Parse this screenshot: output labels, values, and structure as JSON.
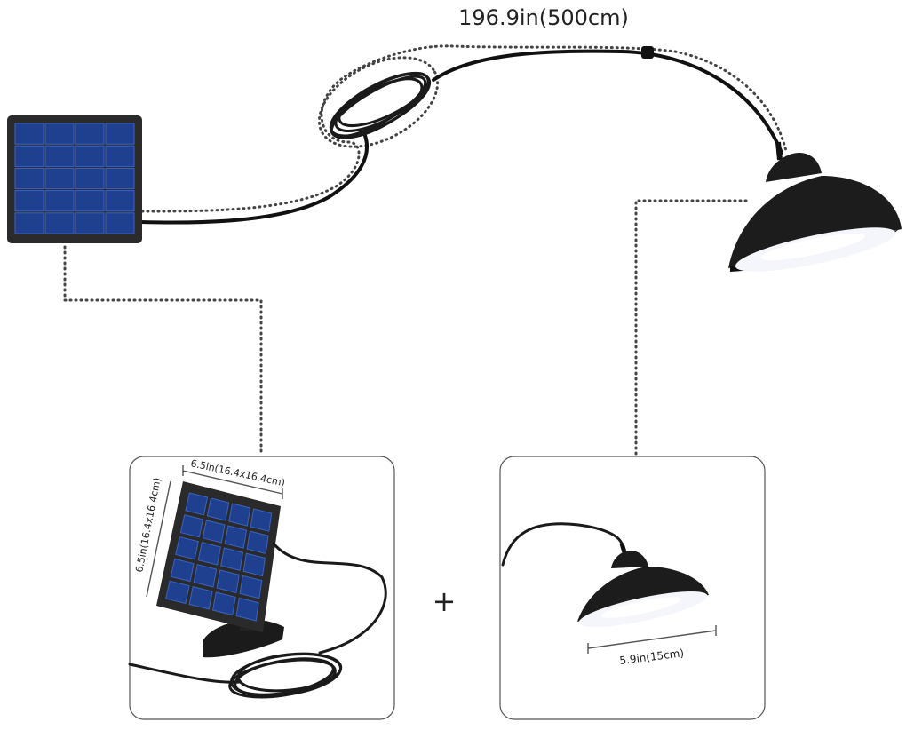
{
  "cable_length_label": "196.9in(500cm)",
  "panel_size_top_label": "6.5in(16.4x16.4cm)",
  "panel_size_side_label": "6.5in(16.4x16.4cm)",
  "plus_sign": "+",
  "lamp_diameter_label": "5.9in(15cm)",
  "colors": {
    "solar_cell": "#1f3f8f",
    "cell_grid": "#3b63c4",
    "frame": "#2b2b2b",
    "cable": "#111111",
    "lamp_shade": "#1c1c1c",
    "lamp_light": "#f4f6fb"
  },
  "icons": [
    "solar-panel-icon",
    "lamp-shade-icon",
    "coiled-cable-icon",
    "plus-icon"
  ]
}
